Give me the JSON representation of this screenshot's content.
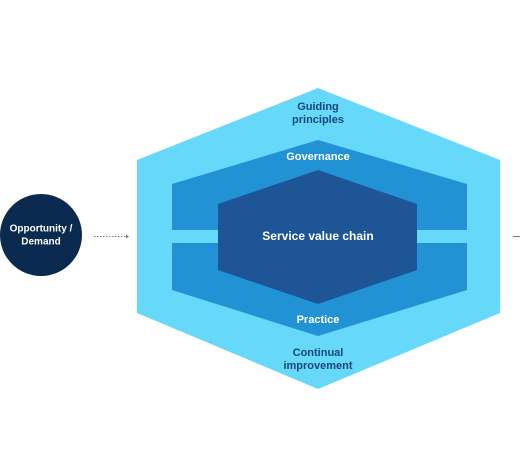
{
  "diagram": {
    "input_node": {
      "label_line1": "Opportunity /",
      "label_line2": "Demand"
    },
    "layers": {
      "guiding_principles": {
        "line1": "Guiding",
        "line2": "principles"
      },
      "governance": "Governance",
      "service_value_chain": "Service value chain",
      "practice": "Practice",
      "continual_improvement": {
        "line1": "Continual",
        "line2": "improvement"
      }
    }
  },
  "colors": {
    "outer_hexagon": "#66d8fa",
    "middle_layer": "#2192d4",
    "inner_hexagon": "#1d5597",
    "dark_text": "#16467e",
    "circle_fill": "#0b2a4f",
    "connector": "#6c7a8a"
  }
}
